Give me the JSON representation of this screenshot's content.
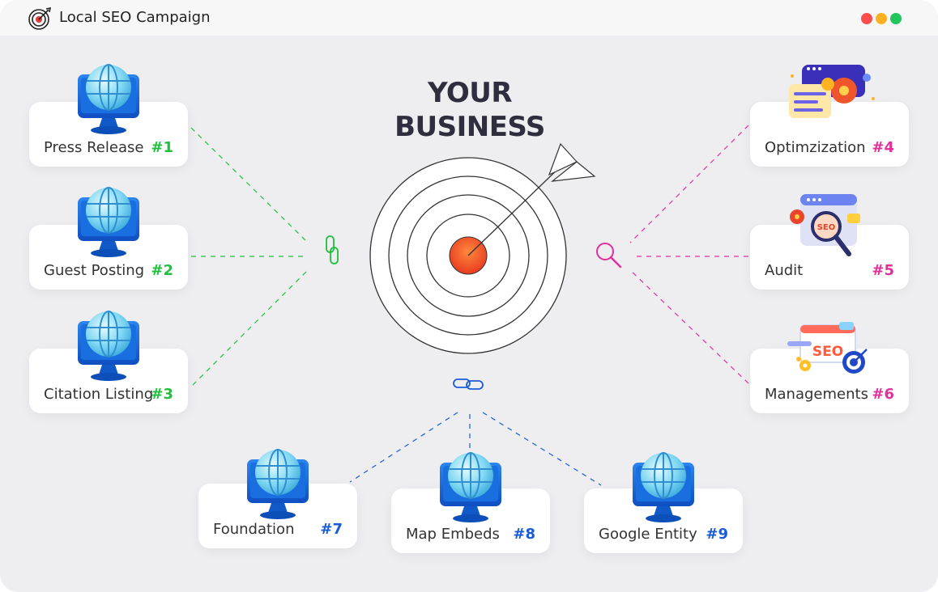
{
  "window": {
    "title": "Local SEO Campaign"
  },
  "colors": {
    "green": "#1fc03d",
    "pink": "#e0309a",
    "blue": "#1b5bd6",
    "monitor": "#1565d8",
    "bullseye": "#f04e23"
  },
  "icons": {
    "app": "target-icon",
    "left_connector": "chain-link-icon",
    "right_connector": "magnifier-icon",
    "bottom_connector": "horizontal-link-icon",
    "card_icon": "globe-monitor-icon"
  },
  "headline": {
    "line1": "YOUR",
    "line2": "BUSINESS"
  },
  "left_items": [
    {
      "label": "Press Release",
      "num": "#1"
    },
    {
      "label": "Guest Posting",
      "num": "#2"
    },
    {
      "label": "Citation Listing",
      "num": "#3"
    }
  ],
  "right_items": [
    {
      "label": "Optimzization",
      "num": "#4"
    },
    {
      "label": "Audit",
      "num": "#5"
    },
    {
      "label": "Managements",
      "num": "#6"
    }
  ],
  "bottom_items": [
    {
      "label": "Foundation",
      "num": "#7"
    },
    {
      "label": "Map Embeds",
      "num": "#8"
    },
    {
      "label": "Google Entity",
      "num": "#9"
    }
  ],
  "right_illustrations": {
    "item5_badge": "SEO",
    "item6_badge": "SEO"
  }
}
